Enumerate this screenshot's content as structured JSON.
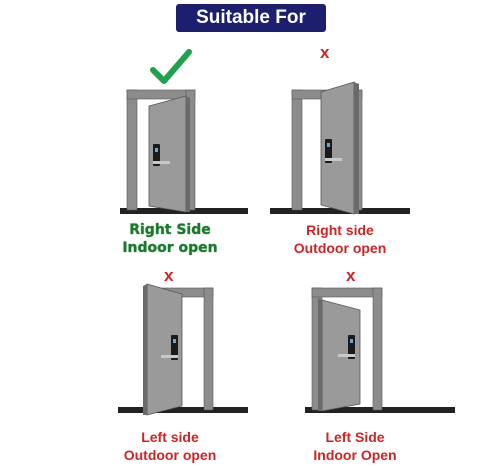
{
  "header": {
    "title": "Suitable For"
  },
  "colors": {
    "banner": "#1d1f6e",
    "correct": "#1a7a2a",
    "incorrect": "#d32222",
    "door": "#8c8c8c",
    "frame": "#8c8c8c",
    "floor": "#222222"
  },
  "options": [
    {
      "id": "right-side-indoor-open",
      "status": "correct",
      "status_icon": "check-icon",
      "mark": "✔",
      "line1": "Right Side",
      "line2": "Indoor open"
    },
    {
      "id": "right-side-outdoor-open",
      "status": "incorrect",
      "status_icon": "cross-icon",
      "mark": "x",
      "line1": "Right side",
      "line2": "Outdoor open"
    },
    {
      "id": "left-side-outdoor-open",
      "status": "incorrect",
      "status_icon": "cross-icon",
      "mark": "x",
      "line1": "Left side",
      "line2": "Outdoor open"
    },
    {
      "id": "left-side-indoor-open",
      "status": "incorrect",
      "status_icon": "cross-icon",
      "mark": "x",
      "line1": "Left Side",
      "line2": "Indoor Open"
    }
  ]
}
